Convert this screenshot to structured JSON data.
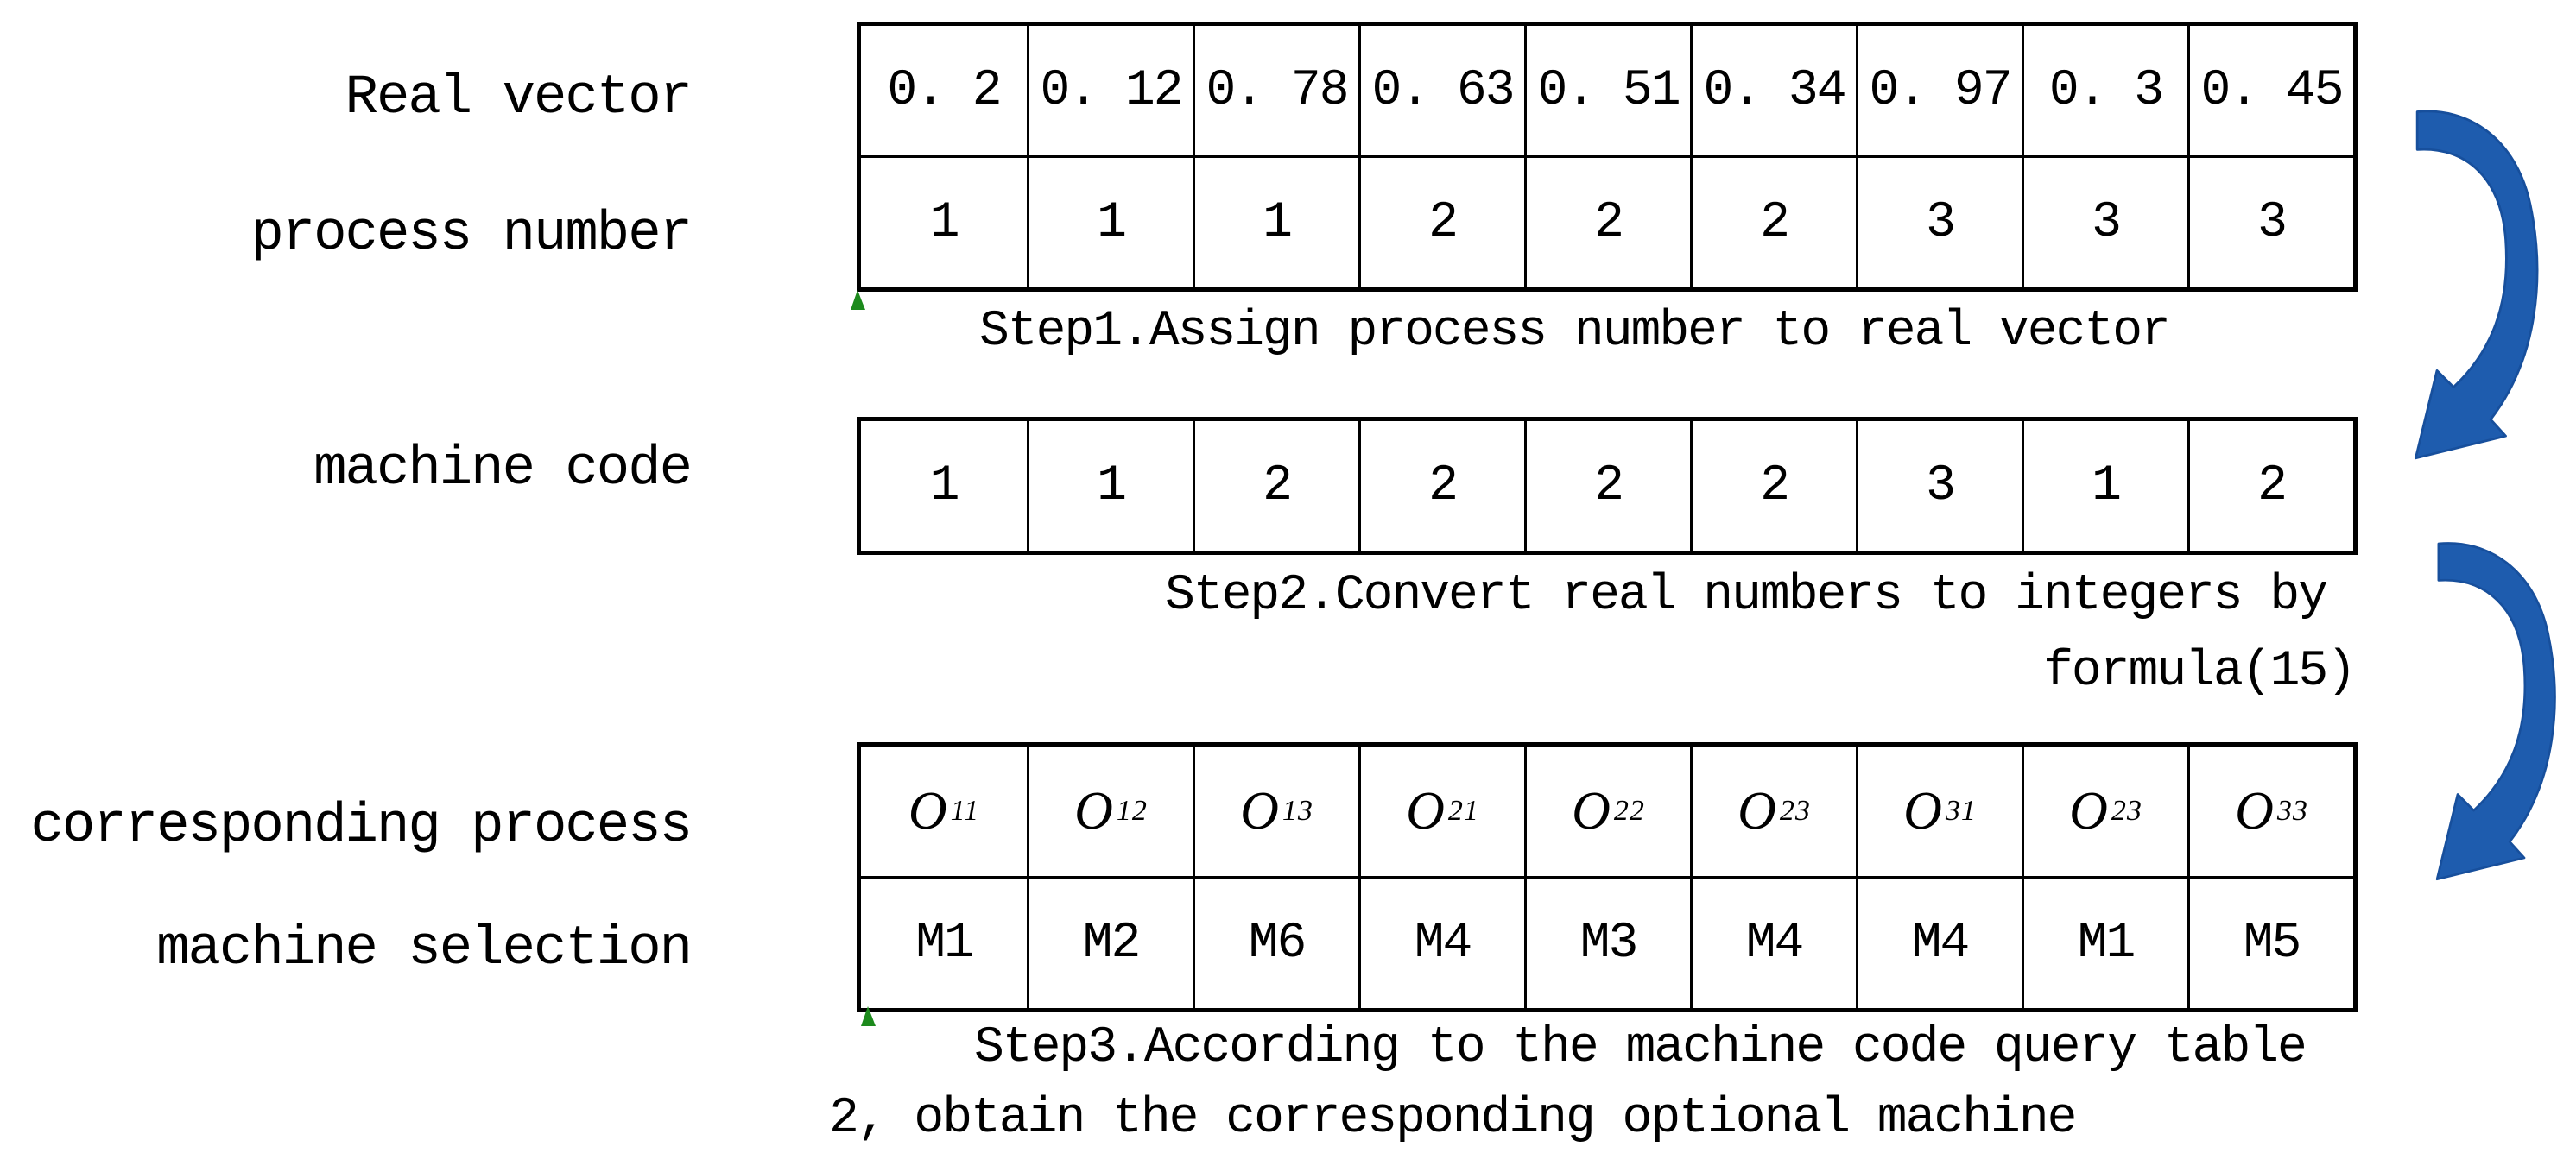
{
  "figure": {
    "labels": {
      "real_vector": "Real vector",
      "process_number": "process number",
      "machine_code": "machine code",
      "corresponding_process": "corresponding process",
      "machine_selection": "machine selection"
    },
    "captions": {
      "step1": "Step1.Assign process number to real vector",
      "step2_line1": "Step2.Convert real numbers to integers by",
      "step2_line2": "formula(15)",
      "step3_line1": "Step3.According to the machine code query table",
      "step3_line2": "2, obtain the corresponding optional machine"
    },
    "tables": {
      "real_vector_values": [
        "0. 2",
        "0. 12",
        "0. 78",
        "0. 63",
        "0. 51",
        "0. 34",
        "0. 97",
        "0. 3",
        "0. 45"
      ],
      "process_numbers": [
        "1",
        "1",
        "1",
        "2",
        "2",
        "2",
        "3",
        "3",
        "3"
      ],
      "machine_codes": [
        "1",
        "1",
        "2",
        "2",
        "2",
        "2",
        "3",
        "1",
        "2"
      ],
      "operations": [
        "O_11",
        "O_12",
        "O_13",
        "O_21",
        "O_22",
        "O_23",
        "O_31",
        "O_23",
        "O_33"
      ],
      "machines": [
        "M1",
        "M2",
        "M6",
        "M4",
        "M3",
        "M4",
        "M4",
        "M1",
        "M5"
      ]
    },
    "icons": {
      "arrow1": "curved-down-arrow",
      "arrow2": "curved-down-arrow",
      "corner_marker": "green-corner-wedge"
    },
    "colors": {
      "arrow_fill": "#1e5cae",
      "arrow_stroke": "#174f9c",
      "marker_green": "#1c8a1c",
      "table_border": "#000000",
      "background": "#ffffff",
      "text": "#000000"
    }
  }
}
